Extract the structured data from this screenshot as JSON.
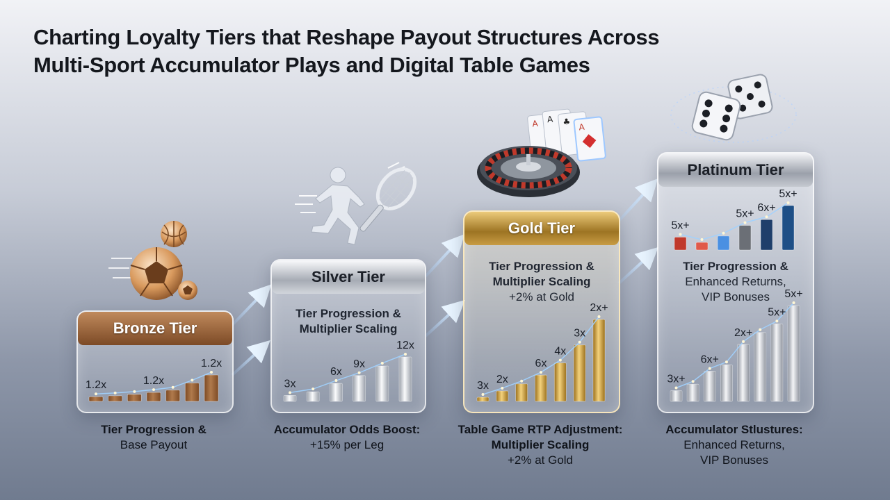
{
  "title": {
    "line1": "Charting Loyalty Tiers that Reshape Payout Structures Across",
    "line2": "Multi-Sport Accumulator Plays and Digital Table Games"
  },
  "tiers": [
    {
      "name": "Bronze Tier",
      "desc": [],
      "caption": [
        {
          "text": "Tier Progression &",
          "bold": true
        },
        {
          "text": "Base Payout",
          "bold": false
        }
      ],
      "icon": "soccer-balls-icon",
      "accent": "#a56a3c"
    },
    {
      "name": "Silver Tier",
      "desc": [
        {
          "text": "Tier Progression &",
          "bold": true
        },
        {
          "text": "Multiplier Scaling",
          "bold": true
        }
      ],
      "caption": [
        {
          "text": "Accumulator Odds Boost:",
          "bold": true
        },
        {
          "text": "+15% per Leg",
          "bold": false
        }
      ],
      "icon": "tennis-player-icon",
      "accent": "#b9bec6"
    },
    {
      "name": "Gold Tier",
      "desc": [
        {
          "text": "Tier Progression &",
          "bold": true
        },
        {
          "text": "Multiplier Scaling",
          "bold": true
        },
        {
          "text": "+2% at Gold",
          "bold": false
        }
      ],
      "caption": [
        {
          "text": "Table Game RTP Adjustment:",
          "bold": true
        },
        {
          "text": "Multiplier Scaling",
          "bold": true
        },
        {
          "text": "+2% at Gold",
          "bold": false
        }
      ],
      "icon": "roulette-cards-icon",
      "accent": "#c9a13a"
    },
    {
      "name": "Platinum Tier",
      "desc": [
        {
          "text": "Tier Progression &",
          "bold": true
        },
        {
          "text": "Enhanced Returns,",
          "bold": false
        },
        {
          "text": "VIP Bonuses",
          "bold": false
        }
      ],
      "caption": [
        {
          "text": "Accumulator Stlustures:",
          "bold": true
        },
        {
          "text": "Enhanced Returns,",
          "bold": false
        },
        {
          "text": "VIP Bonuses",
          "bold": false
        }
      ],
      "icon": "dice-icon",
      "accent": "#c3c7ce"
    }
  ],
  "chart_data": [
    {
      "type": "bar",
      "tier": "Bronze Tier",
      "values": [
        1,
        1.2,
        1.5,
        1.9,
        2.4,
        3.9,
        5.6
      ],
      "labels": [
        {
          "bar": 0,
          "text": "1.2x"
        },
        {
          "bar": 3,
          "text": "1.2x"
        },
        {
          "bar": 6,
          "text": "1.2x"
        }
      ],
      "palette": [
        "#b07a4c",
        "#7d4a24"
      ]
    },
    {
      "type": "bar",
      "tier": "Silver Tier",
      "values": [
        1,
        1.6,
        3,
        4.3,
        5.9,
        7.4
      ],
      "labels": [
        {
          "bar": 0,
          "text": "3x"
        },
        {
          "bar": 2,
          "text": "6x"
        },
        {
          "bar": 3,
          "text": "9x"
        },
        {
          "bar": 5,
          "text": "12x"
        }
      ],
      "palette": [
        "#fafbfc",
        "#9aa0aa"
      ]
    },
    {
      "type": "bar",
      "tier": "Gold Tier",
      "values": [
        1,
        2.5,
        4.2,
        6.3,
        9.2,
        13.5,
        19.6
      ],
      "labels": [
        {
          "bar": 0,
          "text": "3x"
        },
        {
          "bar": 1,
          "text": "2x"
        },
        {
          "bar": 3,
          "text": "6x"
        },
        {
          "bar": 4,
          "text": "4x"
        },
        {
          "bar": 5,
          "text": "3x"
        },
        {
          "bar": 6,
          "text": "2x+"
        }
      ],
      "palette": [
        "#f4d27c",
        "#9a6f1c"
      ]
    },
    {
      "type": "bar",
      "tier": "Platinum Tier",
      "values": [
        1,
        1.6,
        2.8,
        3.4,
        5.3,
        6.4,
        7.2,
        8.9
      ],
      "labels": [
        {
          "bar": 0,
          "text": "3x+"
        },
        {
          "bar": 2,
          "text": "6x+"
        },
        {
          "bar": 4,
          "text": "2x+"
        },
        {
          "bar": 6,
          "text": "5x+"
        },
        {
          "bar": 7,
          "text": "5x+"
        }
      ],
      "palette": [
        "#f4f5f7",
        "#8f949e"
      ]
    },
    {
      "type": "bar",
      "tier": "Platinum Tier",
      "values": [
        2.2,
        1.3,
        2.4,
        4.2,
        5.2,
        7.6
      ],
      "labels": [
        {
          "bar": 0,
          "text": "5x+"
        },
        {
          "bar": 3,
          "text": "5x+"
        },
        {
          "bar": 4,
          "text": "6x+"
        },
        {
          "bar": 5,
          "text": "5x+"
        }
      ],
      "bar_colors": [
        "#c0392b",
        "#e05a4a",
        "#4a90e2",
        "#6b6f76",
        "#1f3f6b",
        "#1e4f86"
      ]
    }
  ]
}
